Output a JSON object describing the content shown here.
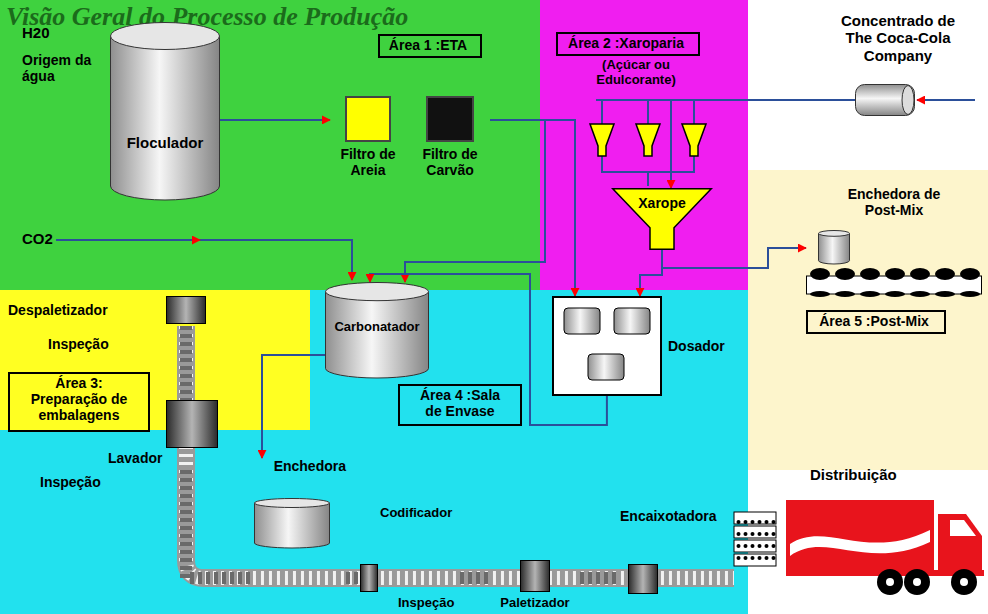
{
  "diagram": {
    "title": "Visão Geral do Processo de Produção",
    "nodes": [
      {
        "text": [
          "Floculador"
        ]
      },
      {
        "text": [
          "Filtro de Areia"
        ]
      },
      {
        "text": [
          "Filtro de Carvão"
        ]
      },
      {
        "text": [
          "Área 1 :ETA"
        ]
      },
      {
        "text": [
          "Área 2 :Xaroparia"
        ]
      },
      {
        "text": [
          "Concentrado de The Coca-Cola Company"
        ]
      },
      {
        "text": [
          "Xarope"
        ]
      },
      {
        "text": [
          "Enchedora de Post-Mix"
        ]
      },
      {
        "text": [
          "Área 5 :Post-Mix"
        ]
      },
      {
        "text": [
          "Dosador"
        ]
      },
      {
        "text": [
          "Carbonatador"
        ]
      },
      {
        "text": [
          "Área 4 :Sala de Envase"
        ]
      },
      {
        "text": [
          "Despaletizador"
        ]
      },
      {
        "text": [
          "Área 3: Preparação de embalagens"
        ]
      },
      {
        "text": [
          "Lavador"
        ]
      },
      {
        "text": [
          "Enchedora"
        ]
      },
      {
        "text": [
          "Codificador"
        ]
      },
      {
        "text": [
          "Paletizador"
        ]
      },
      {
        "text": [
          "Encaixotadora"
        ]
      },
      {
        "text": [
          "Distribuição"
        ]
      }
    ],
    "edges": [
      {
        "from": 0,
        "to": 1,
        "arrow": "to"
      },
      {
        "from": 2,
        "to": 9,
        "arrow": "to"
      },
      {
        "from": 2,
        "to": 10,
        "arrow": "to"
      },
      {
        "from": 5,
        "to": 6,
        "arrow": "to"
      },
      {
        "from": 6,
        "to": 9,
        "arrow": "to"
      },
      {
        "from": 6,
        "to": 7,
        "arrow": "to"
      },
      {
        "from": 9,
        "to": 10,
        "arrow": "to"
      },
      {
        "from": 10,
        "to": 15,
        "arrow": "to"
      },
      {
        "from": 12,
        "to": 14,
        "arrow": "none"
      },
      {
        "from": 14,
        "to": 15,
        "arrow": "none"
      },
      {
        "from": 15,
        "to": 16,
        "arrow": "none"
      },
      {
        "from": 16,
        "to": 17,
        "arrow": "none"
      },
      {
        "from": 17,
        "to": 18,
        "arrow": "none"
      }
    ],
    "labels": [
      "H20",
      "Origem da água",
      "CO2",
      "(Açúcar ou Edulcorante)",
      "Inspeção",
      "Inspeção",
      "Inspeção"
    ]
  }
}
